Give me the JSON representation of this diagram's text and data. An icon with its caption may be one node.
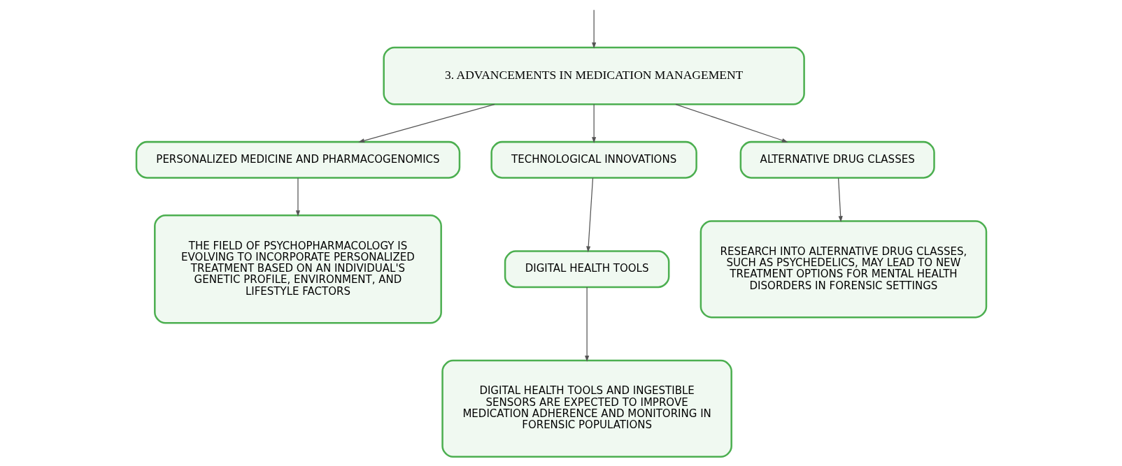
{
  "diagram": {
    "nodes": [
      {
        "text": [
          "3. ADVANCEMENTS IN MEDICATION MANAGEMENT"
        ]
      },
      {
        "text": [
          "PERSONALIZED MEDICINE AND PHARMACOGENOMICS"
        ]
      },
      {
        "text": [
          "TECHNOLOGICAL INNOVATIONS"
        ]
      },
      {
        "text": [
          "ALTERNATIVE DRUG CLASSES"
        ]
      },
      {
        "text": [
          "THE FIELD OF PSYCHOPHARMACOLOGY IS EVOLVING TO INCORPORATE PERSONALIZED TREATMENT BASED ON AN INDIVIDUAL'S GENETIC PROFILE, ENVIRONMENT, AND LIFESTYLE FACTORS"
        ]
      },
      {
        "text": [
          "DIGITAL HEALTH TOOLS"
        ]
      },
      {
        "text": [
          "DIGITAL HEALTH TOOLS AND INGESTIBLE SENSORS ARE EXPECTED TO IMPROVE MEDICATION ADHERENCE AND MONITORING IN FORENSIC POPULATIONS"
        ]
      },
      {
        "text": [
          "RESEARCH INTO ALTERNATIVE DRUG CLASSES, SUCH AS PSYCHEDELICS, MAY LEAD TO NEW TREATMENT OPTIONS FOR MENTAL HEALTH DISORDERS IN FORENSIC SETTINGS"
        ]
      }
    ],
    "edges": [
      {
        "from": null,
        "to": 0,
        "arrow": "to"
      },
      {
        "from": 0,
        "to": 1,
        "arrow": "to"
      },
      {
        "from": 0,
        "to": 2,
        "arrow": "to"
      },
      {
        "from": 0,
        "to": 3,
        "arrow": "to"
      },
      {
        "from": 1,
        "to": 4,
        "arrow": "to"
      },
      {
        "from": 2,
        "to": 5,
        "arrow": "to"
      },
      {
        "from": 5,
        "to": 6,
        "arrow": "to"
      },
      {
        "from": 3,
        "to": 7,
        "arrow": "to"
      }
    ]
  }
}
